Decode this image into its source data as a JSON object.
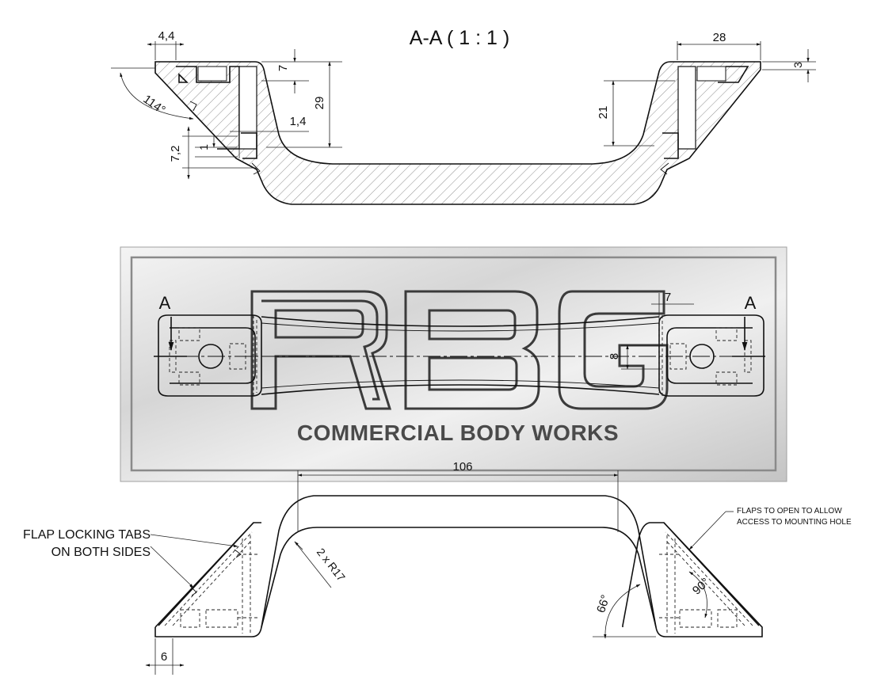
{
  "section_title": "A-A ( 1 : 1 )",
  "watermark": {
    "brand": "RBG",
    "subtitle": "COMMERCIAL BODY WORKS"
  },
  "section_dimensions": {
    "d_4_4": "4,4",
    "d_28": "28",
    "d_7": "7",
    "d_29": "29",
    "d_3": "3",
    "d_21": "21",
    "d_1_4": "1,4",
    "d_1": "1",
    "d_7_2": "7,2",
    "d_114": "114°"
  },
  "plan_view": {
    "section_marker_left": "A",
    "section_marker_right": "A",
    "d_7": "7",
    "d_8": "8"
  },
  "side_view": {
    "d_106": "106",
    "d_radius": "2 x R17",
    "d_66": "66°",
    "d_90": "90°",
    "d_6": "6",
    "note_left_1": "FLAP LOCKING TABS",
    "note_left_2": "ON BOTH SIDES",
    "note_right_1": "FLAPS TO OPEN TO ALLOW",
    "note_right_2": "ACCESS TO MOUNTING HOLE"
  },
  "colors": {
    "line": "#111111",
    "plate_light": "#f2f2f2",
    "plate_dark": "#bdbdbd",
    "plate_frame": "#8a8a8a",
    "watermark_text": "#4a4a4a"
  }
}
